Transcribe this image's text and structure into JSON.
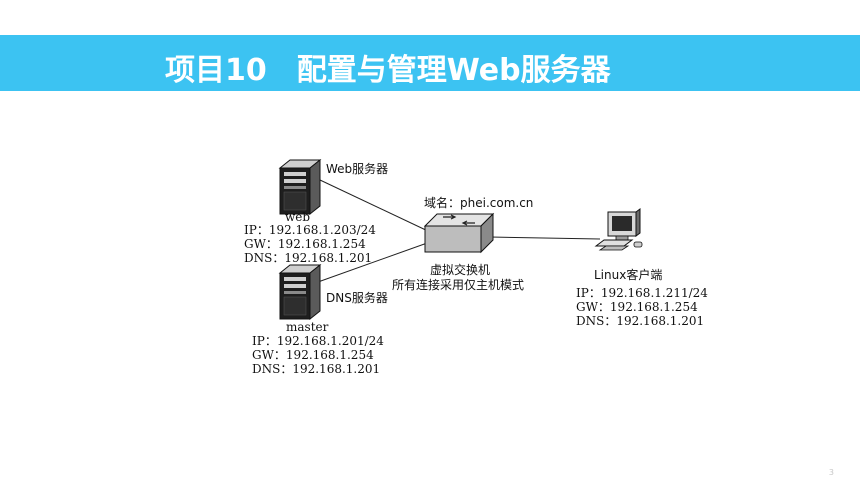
{
  "header": {
    "title": "项目10　配置与管理Web服务器"
  },
  "page_number": "3",
  "colors": {
    "banner": "#3cc3f2",
    "title_text": "#ffffff"
  },
  "diagram": {
    "web_server": {
      "role": "Web服务器",
      "hostname": "web",
      "ip": "IP：192.168.1.203/24",
      "gw": "GW：192.168.1.254",
      "dns": "DNS：192.168.1.201"
    },
    "dns_server": {
      "role": "DNS服务器",
      "hostname": "master",
      "ip": "IP：192.168.1.201/24",
      "gw": "GW：192.168.1.254",
      "dns": "DNS：192.168.1.201"
    },
    "switch": {
      "domain": "域名：phei.com.cn",
      "name": "虚拟交换机",
      "mode": "所有连接采用仅主机模式"
    },
    "linux_client": {
      "name": "Linux客户端",
      "ip": "IP：192.168.1.211/24",
      "gw": "GW：192.168.1.254",
      "dns": "DNS：192.168.1.201"
    },
    "icons": [
      "server-tower-icon",
      "server-tower-icon",
      "network-switch-icon",
      "desktop-computer-icon"
    ]
  }
}
